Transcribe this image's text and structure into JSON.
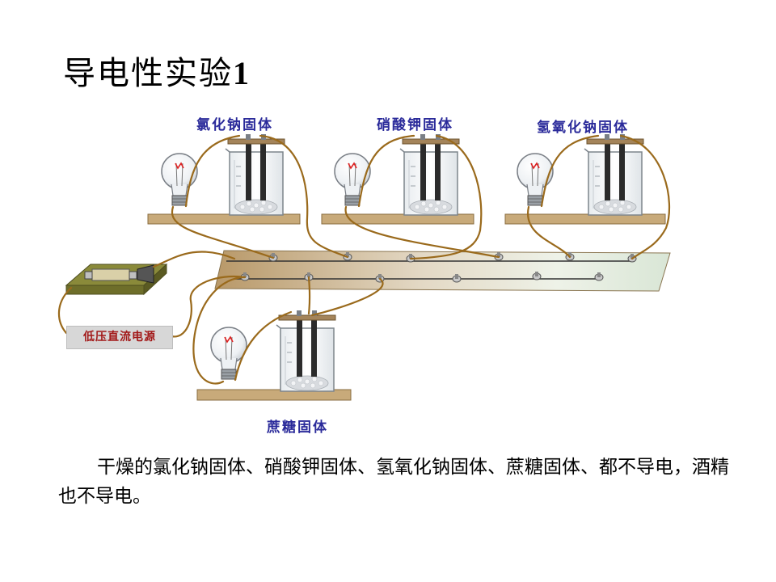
{
  "title_text": "导电性实验",
  "title_number": "1",
  "labels": {
    "nacl": "氯化钠固体",
    "kno3": "硝酸钾固体",
    "naoh": "氢氧化钠固体",
    "sucrose": "蔗糖固体",
    "power_supply": "低压直流电源"
  },
  "body_text": "干燥的氯化钠固体、硝酸钾固体、氢氧化钠固体、蔗糖固体、都不导电，酒精也不导电。",
  "colors": {
    "wire": "#9a6a1c",
    "board": "#c9b08a",
    "label_blue": "#2a2a9a",
    "psu_label": "#a21818"
  }
}
